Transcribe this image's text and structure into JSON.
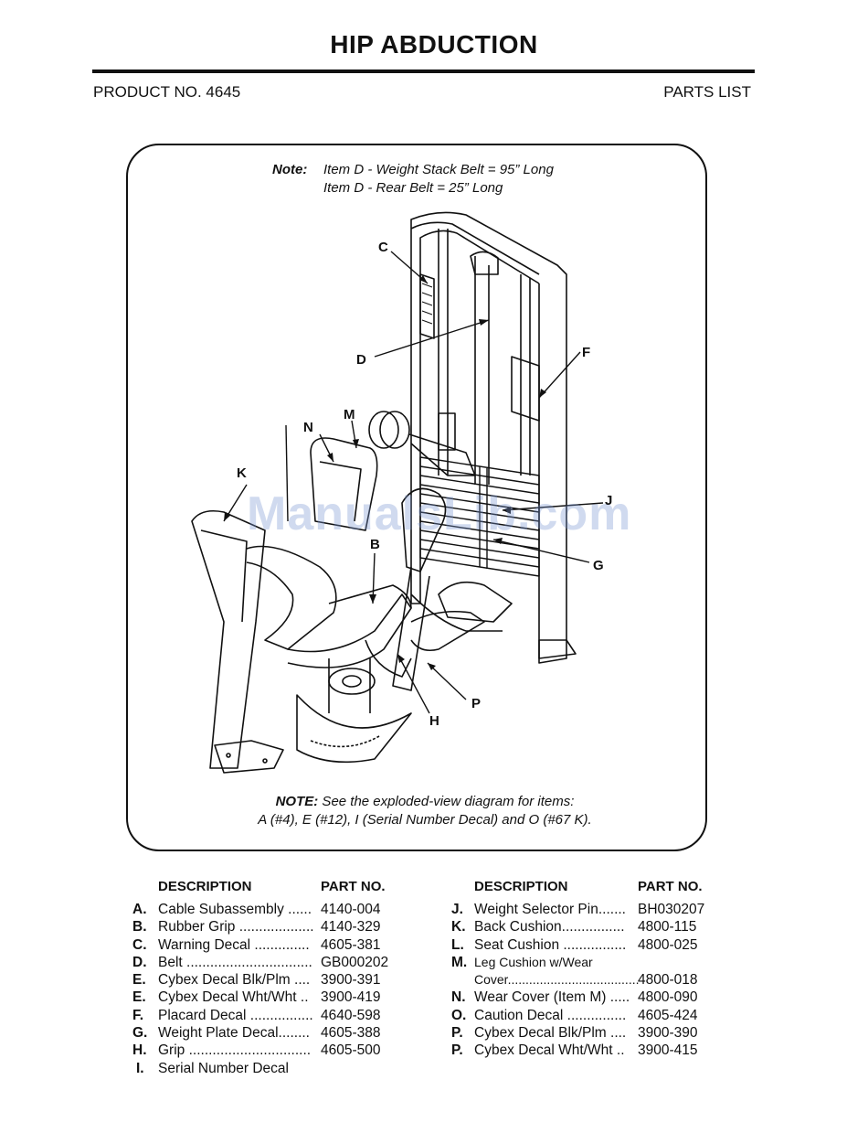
{
  "header": {
    "title": "HIP ABDUCTION",
    "product_no": "PRODUCT NO. 4645",
    "parts_list": "PARTS LIST"
  },
  "note_top": {
    "label": "Note:",
    "line1": "Item D - Weight Stack Belt = 95” Long",
    "line2": "Item D - Rear Belt = 25” Long"
  },
  "note_bottom": {
    "label": "NOTE:",
    "line1": " See the exploded-view diagram for items:",
    "line2": "A (#4), E (#12), I (Serial Number Decal) and O (#67 K)."
  },
  "watermark": "ManualsLib.com",
  "callouts": [
    "C",
    "D",
    "F",
    "N",
    "M",
    "K",
    "B",
    "J",
    "G",
    "P",
    "H"
  ],
  "table": {
    "desc_header": "DESCRIPTION",
    "part_header": "PART NO.",
    "left": [
      {
        "letter": "A.",
        "desc": "Cable Subassembly ......",
        "part": "4140-004"
      },
      {
        "letter": "B.",
        "desc": "Rubber Grip ...................",
        "part": "4140-329"
      },
      {
        "letter": "C.",
        "desc": "Warning Decal ..............",
        "part": "4605-381"
      },
      {
        "letter": "D.",
        "desc": "Belt ................................",
        "part": "GB000202"
      },
      {
        "letter": "E.",
        "desc": "Cybex Decal Blk/Plm ....",
        "part": "3900-391"
      },
      {
        "letter": "E.",
        "desc": "Cybex Decal Wht/Wht ..",
        "part": "3900-419"
      },
      {
        "letter": "F.",
        "desc": "Placard Decal ................",
        "part": "4640-598"
      },
      {
        "letter": "G.",
        "desc": "Weight Plate Decal........",
        "part": "4605-388"
      },
      {
        "letter": "H.",
        "desc": "Grip ...............................",
        "part": "4605-500"
      },
      {
        "letter": "I.",
        "desc": "Serial Number Decal",
        "part": ""
      }
    ],
    "right": [
      {
        "letter": "J.",
        "desc": "Weight Selector Pin.......",
        "part": "BH030207"
      },
      {
        "letter": "K.",
        "desc": "Back Cushion................",
        "part": "4800-115"
      },
      {
        "letter": "L.",
        "desc": "Seat Cushion ................",
        "part": "4800-025"
      },
      {
        "letter": "M.",
        "desc": "Leg Cushion w/Wear",
        "part": ""
      },
      {
        "letter": "",
        "desc": "Cover.....................................",
        "part": "4800-018"
      },
      {
        "letter": "N.",
        "desc": "Wear Cover (Item M) .....",
        "part": "4800-090"
      },
      {
        "letter": "O.",
        "desc": "Caution Decal ...............",
        "part": "4605-424"
      },
      {
        "letter": "P.",
        "desc": "Cybex Decal Blk/Plm ....",
        "part": "3900-390"
      },
      {
        "letter": "P.",
        "desc": "Cybex Decal Wht/Wht ..",
        "part": "3900-415"
      }
    ]
  }
}
